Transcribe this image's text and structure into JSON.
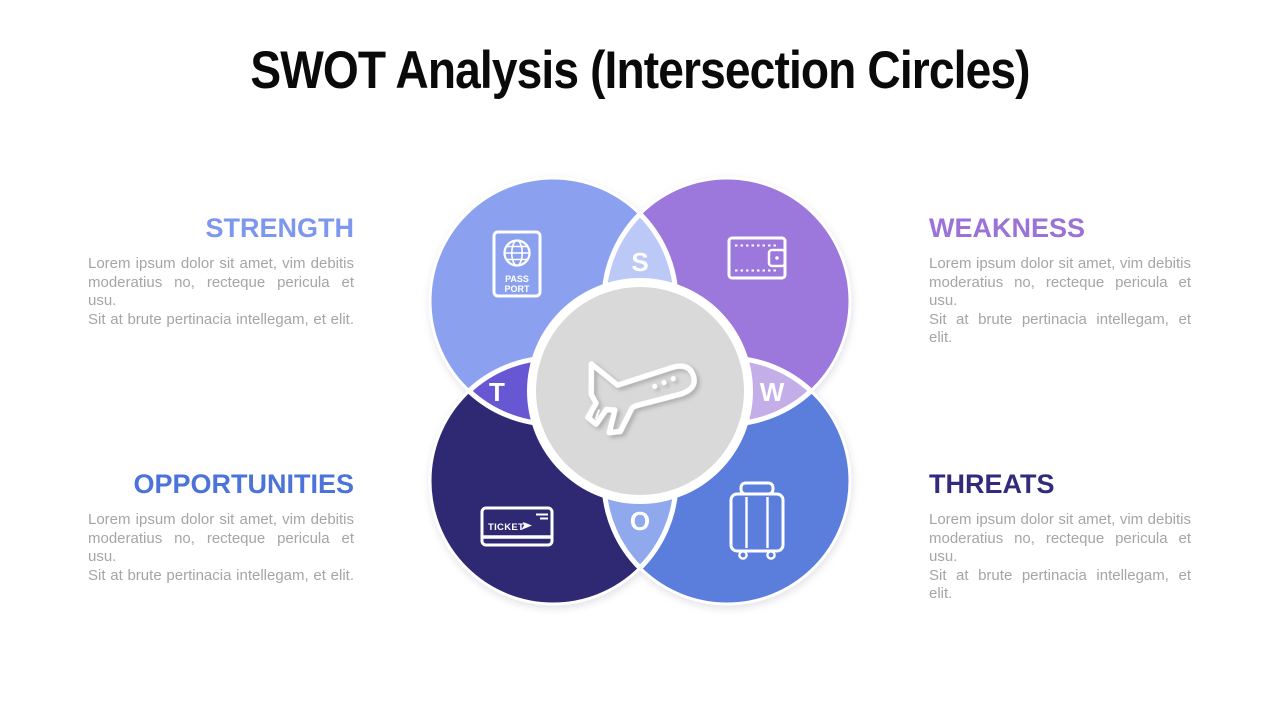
{
  "title": "SWOT Analysis (Intersection Circles)",
  "quadrants": [
    {
      "key": "strength",
      "label": "STRENGTH",
      "letter": "S",
      "heading_color": "#7E97EE",
      "lines": [
        "Lorem ipsum dolor sit amet, vim debitis",
        "moderatius no, recteque pericula et usu.",
        "Sit at brute pertinacia intellegam, et elit."
      ]
    },
    {
      "key": "weakness",
      "label": "WEAKNESS",
      "letter": "W",
      "heading_color": "#9B72D8",
      "lines": [
        "Lorem ipsum dolor sit amet, vim debitis",
        "moderatius no, recteque pericula et usu.",
        "Sit at brute pertinacia intellegam, et elit."
      ]
    },
    {
      "key": "opportunities",
      "label": "OPPORTUNITIES",
      "letter": "O",
      "heading_color": "#4B73D8",
      "lines": [
        "Lorem ipsum dolor sit amet, vim debitis",
        "moderatius no, recteque pericula et usu.",
        "Sit at brute pertinacia intellegam, et elit."
      ]
    },
    {
      "key": "threats",
      "label": "THREATS",
      "letter": "T",
      "heading_color": "#312A7D",
      "lines": [
        "Lorem ipsum dolor sit amet, vim debitis",
        "moderatius no, recteque pericula et usu.",
        "Sit at brute pertinacia intellegam, et elit."
      ]
    }
  ],
  "diagram": {
    "letters": {
      "top": "S",
      "right": "W",
      "bottom": "O",
      "left": "T"
    },
    "icons": {
      "top_left": "passport-icon",
      "top_right": "wallet-icon",
      "bottom_left": "ticket-icon",
      "bottom_right": "luggage-icon",
      "center": "airplane-icon",
      "passport_text_line1": "PASS",
      "passport_text_line2": "PORT",
      "ticket_label": "TICKET"
    },
    "colors": {
      "circle_top_left": "#8BA1F0",
      "circle_top_right": "#9C77DC",
      "circle_bottom_left": "#2F2873",
      "circle_bottom_right": "#5B7EDC",
      "petal_top": "#BCC9F6",
      "petal_right": "#C3AEE8",
      "petal_bottom": "#8FA9EC",
      "petal_left": "#6757D2",
      "center_fill": "#D9D9D9",
      "outline": "#FFFFFF"
    }
  }
}
